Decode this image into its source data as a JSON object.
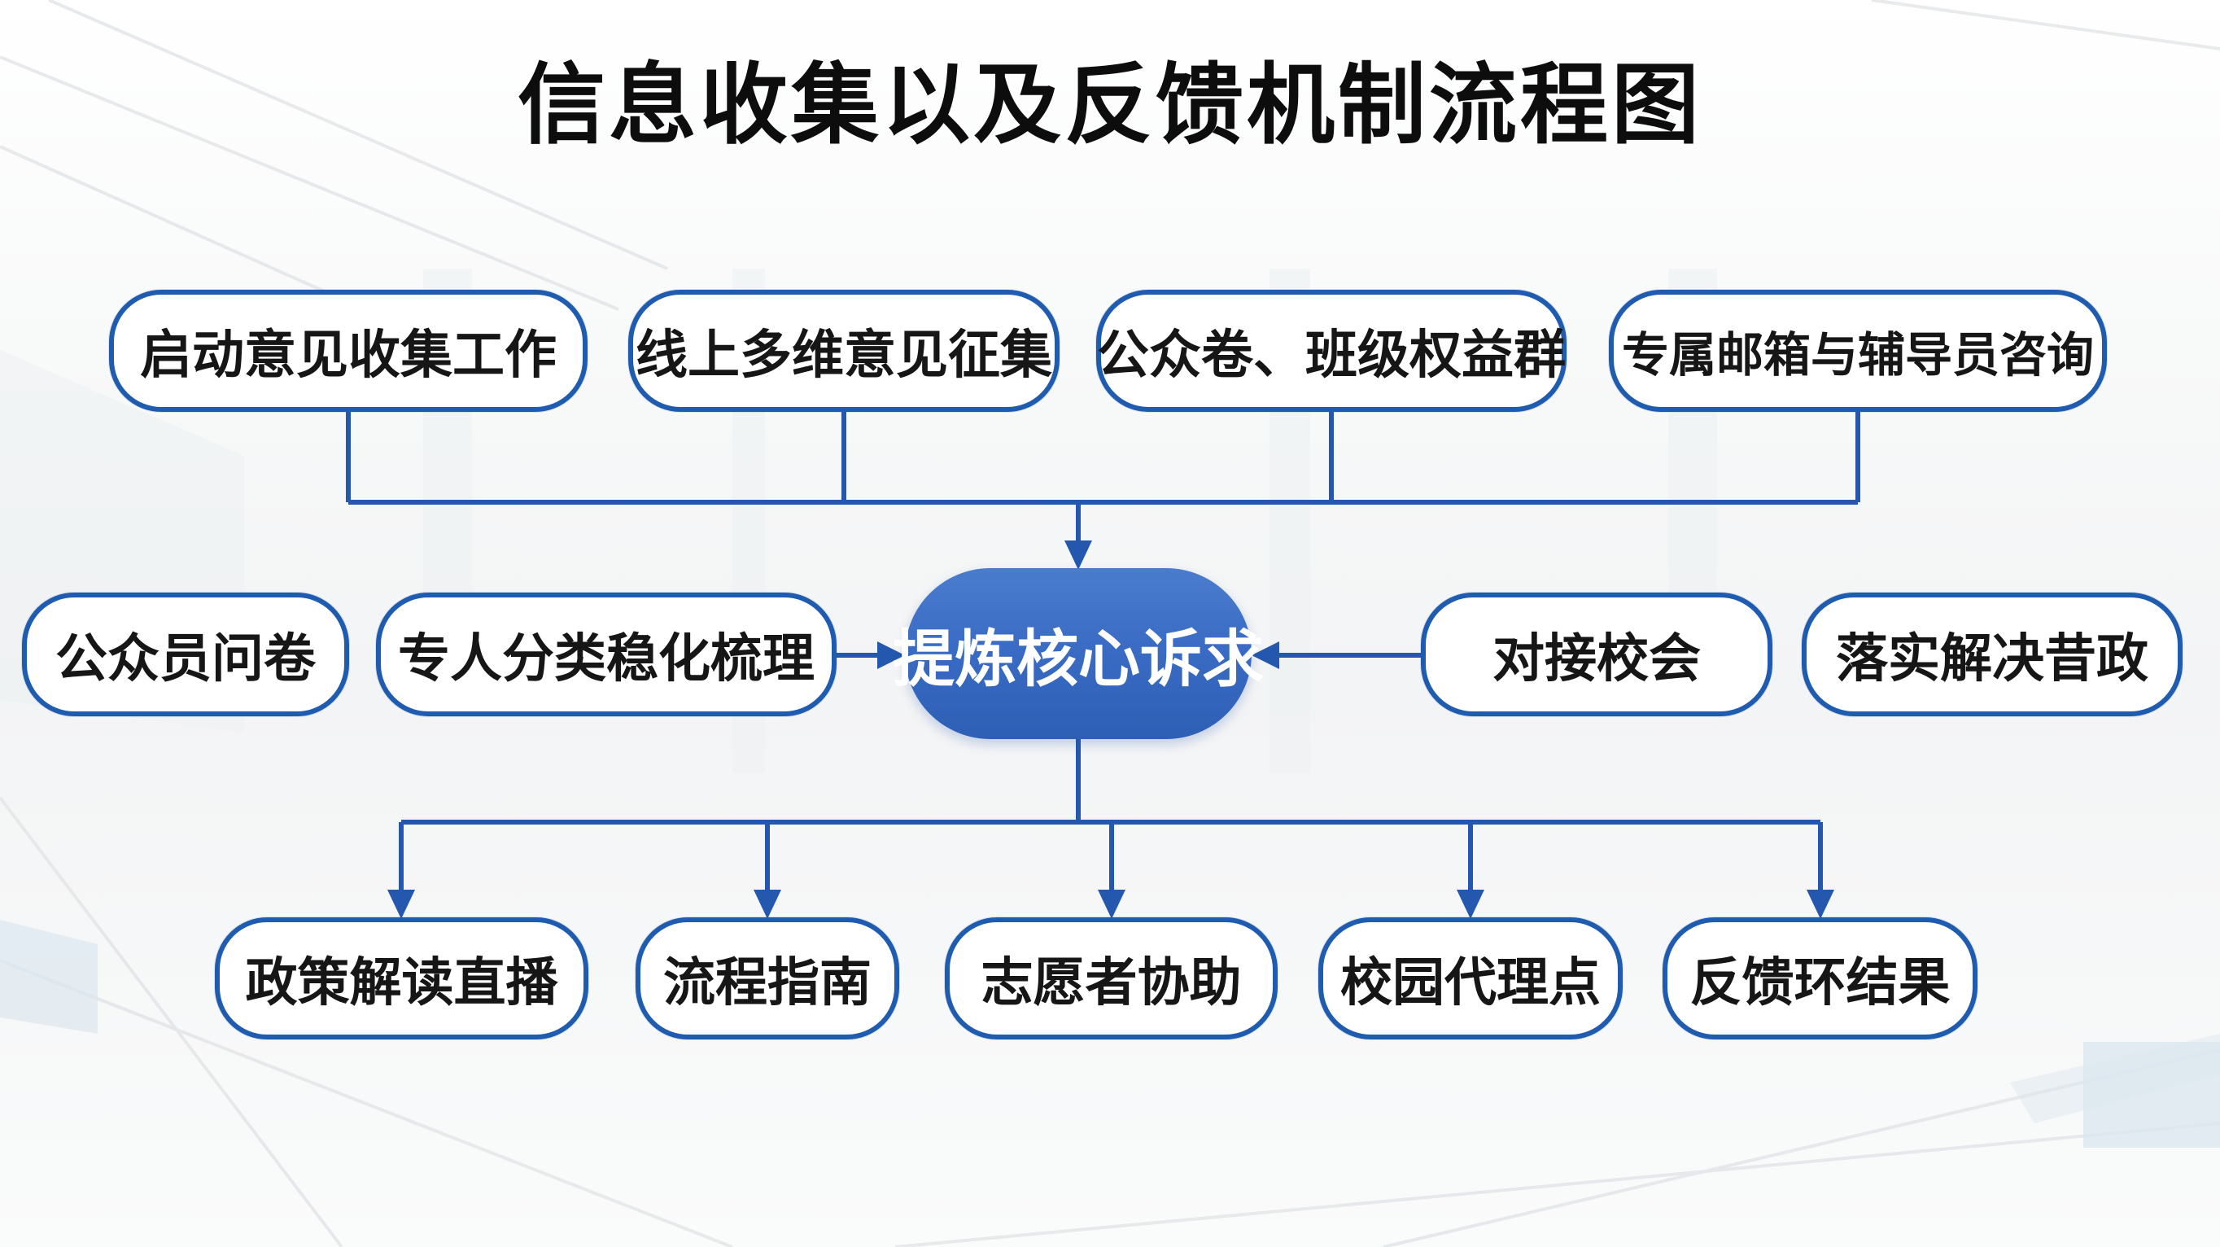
{
  "title": "信息收集以及反馈机制流程图",
  "colors": {
    "line": "#2457ae",
    "box_border": "#1f5cb0",
    "box_fill": "#ffffff",
    "center_fill": "#3a6cc5",
    "center_fill_dark": "#2d5fb5",
    "text": "#161616",
    "center_text": "#ffffff",
    "background": "#f7f8f9"
  },
  "flowchart": {
    "top_row": [
      {
        "label": "启动意见收集工作"
      },
      {
        "label": "线上多维意见征集"
      },
      {
        "label": "公众卷、班级权益群"
      },
      {
        "label": "专属邮箱与辅导员咨询"
      }
    ],
    "middle_row": {
      "left": [
        {
          "label": "公众员问卷"
        },
        {
          "label": "专人分类稳化梳理"
        }
      ],
      "center": {
        "label": "提炼核心诉求"
      },
      "right": [
        {
          "label": "对接校会"
        },
        {
          "label": "落实解决昔政"
        }
      ]
    },
    "bottom_row": [
      {
        "label": "政策解读直播"
      },
      {
        "label": "流程指南"
      },
      {
        "label": "志愿者协助"
      },
      {
        "label": "校园代理点"
      },
      {
        "label": "反馈环结果"
      }
    ]
  }
}
